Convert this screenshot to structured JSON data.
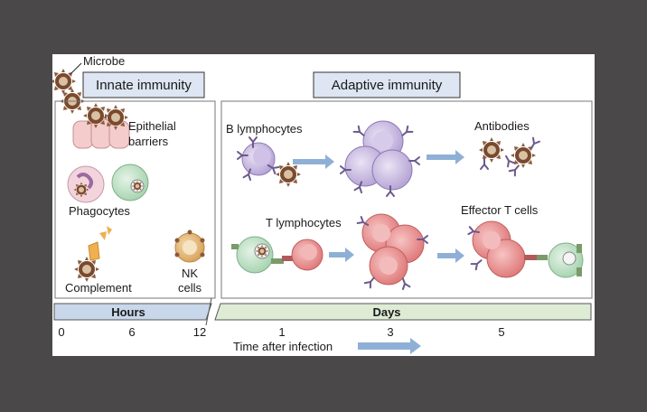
{
  "labels": {
    "microbe": "Microbe",
    "innate": "Innate immunity",
    "adaptive": "Adaptive immunity",
    "epithelial_1": "Epithelial",
    "epithelial_2": "barriers",
    "phagocytes": "Phagocytes",
    "complement": "Complement",
    "nk_1": "NK",
    "nk_2": "cells",
    "b_lymph": "B lymphocytes",
    "antibodies": "Antibodies",
    "t_lymph": "T lymphocytes",
    "effector_t": "Effector T cells"
  },
  "timeline": {
    "hours": "Hours",
    "days": "Days",
    "ticks_hours": [
      "0",
      "6",
      "12"
    ],
    "ticks_days": [
      "1",
      "3",
      "5"
    ],
    "caption": "Time after infection"
  },
  "colors": {
    "background": "#4a4848",
    "title_box": "#dde6f2",
    "hours_band": "#c9d7ea",
    "days_band": "#deecd6",
    "arrow": "#8fb0d6",
    "b_cell": "#c5b7df",
    "t_cell": "#ea8f8f",
    "phagocyte": "#bfe0c6",
    "nk_cell": "#e3b877",
    "microbe": "#8a5a3a"
  }
}
